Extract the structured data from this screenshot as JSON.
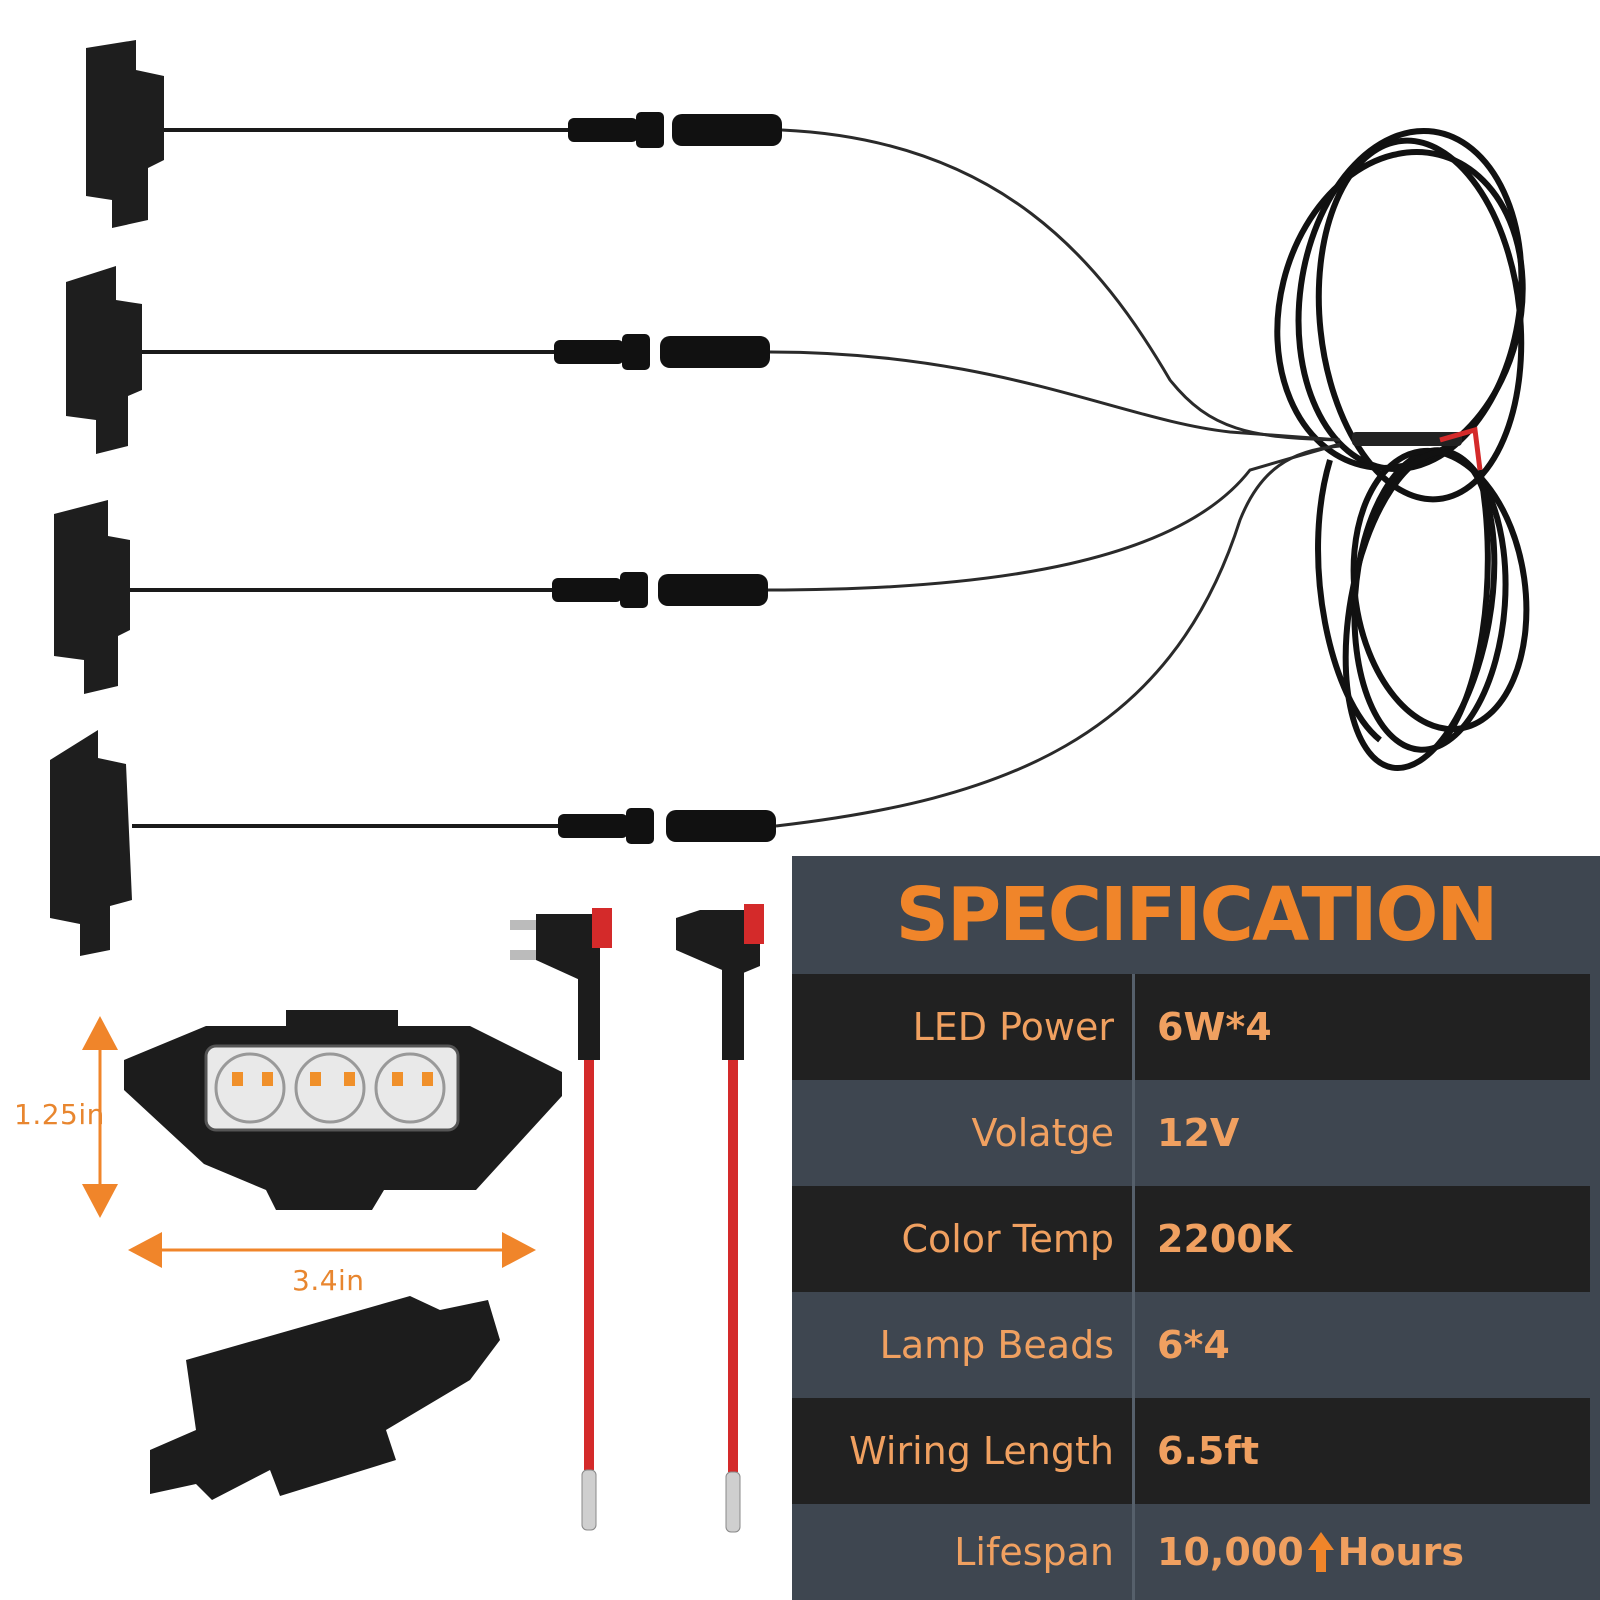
{
  "dimensions": {
    "height_label": "1.25in",
    "width_label": "3.4in"
  },
  "specification": {
    "title": "SPECIFICATION",
    "rows": [
      {
        "label": "LED Power",
        "value": "6W*4"
      },
      {
        "label": "Volatge",
        "value": "12V"
      },
      {
        "label": "Color Temp",
        "value": "2200K"
      },
      {
        "label": "Lamp Beads",
        "value": "6*4"
      },
      {
        "label": "Wiring Length",
        "value": "6.5ft"
      },
      {
        "label": "Lifespan",
        "value_before": "10,000",
        "value_after": "Hours"
      }
    ]
  },
  "colors": {
    "accent_orange": "#f0852a",
    "panel_slate": "#3e4650",
    "panel_dark": "#212121",
    "wire_red": "#d42a2a"
  }
}
